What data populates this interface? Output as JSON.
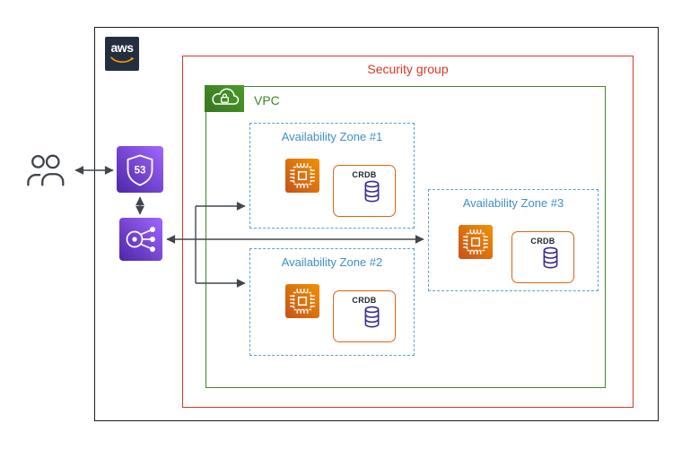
{
  "diagram": {
    "aws_logo_text": "aws",
    "security_group": {
      "label": "Security group"
    },
    "vpc": {
      "label": "VPC"
    },
    "availability_zones": [
      {
        "label": "Availability Zone #1"
      },
      {
        "label": "Availability Zone #2"
      },
      {
        "label": "Availability Zone #3"
      }
    ],
    "nodes": {
      "crdb_label": "CRDB",
      "route53_text": "53"
    },
    "icons": {
      "aws_logo": "aws-logo",
      "users": "users-icon",
      "route53": "route53-shield-icon",
      "load_balancer": "elastic-load-balancer-icon",
      "vpc": "vpc-cloud-lock-icon",
      "ec2": "ec2-chip-icon",
      "database": "database-cylinder-icon"
    },
    "colors": {
      "outer_border_black": "#1E1E1E",
      "aws_dark_navy": "#232F3E",
      "aws_smile_orange": "#FF9900",
      "security_group_red": "#DD3522",
      "vpc_green": "#3F8624",
      "availability_zone_blue": "#4D97D2",
      "ec2_orange_gradient_start": "#C8511B",
      "ec2_orange_gradient_end": "#F29100",
      "networking_purple_gradient_start": "#4D27A8",
      "networking_purple_gradient_end": "#A166FF",
      "crdb_border_orange": "#D86613",
      "database_purple": "#3F2B8E",
      "arrow_gray": "#40464E"
    }
  }
}
